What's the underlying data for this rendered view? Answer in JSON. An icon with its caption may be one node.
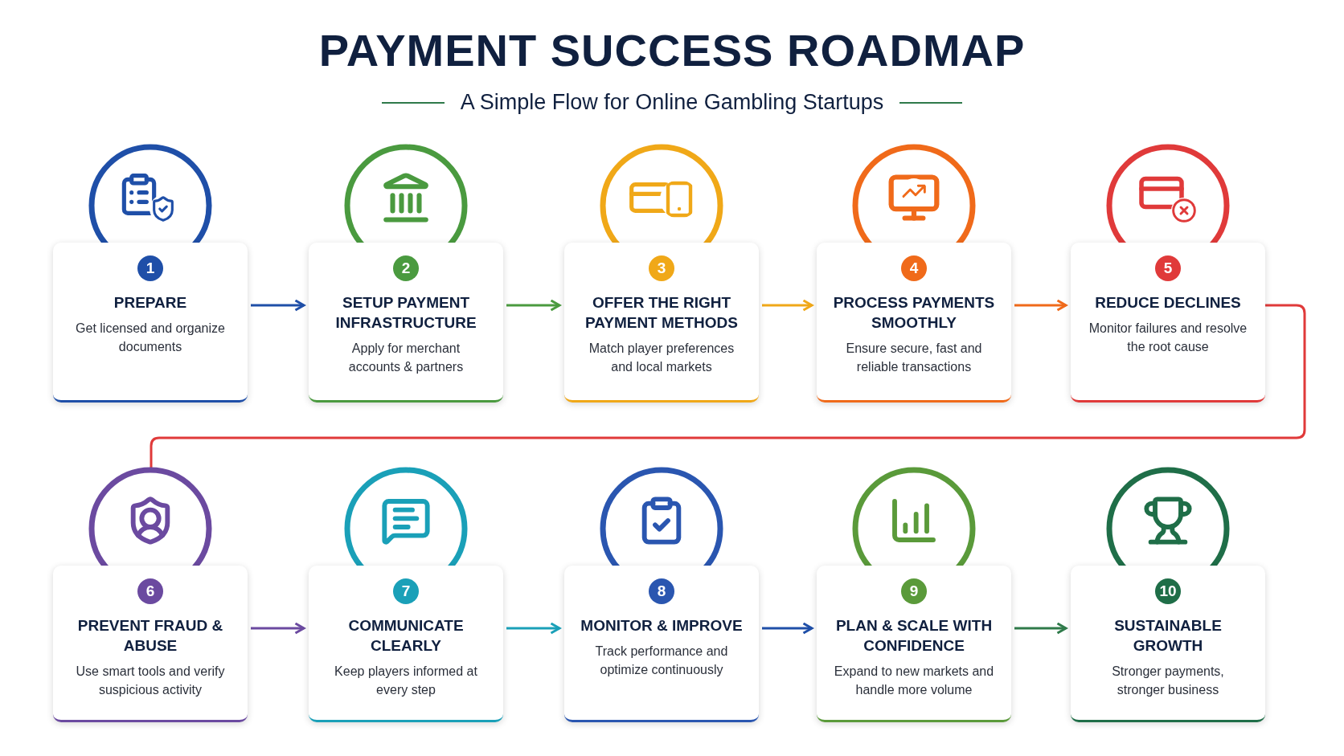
{
  "diagram": {
    "title": "PAYMENT SUCCESS ROADMAP",
    "nodes": [
      {
        "text": [
          "1",
          "PREPARE",
          "Get licensed and organize documents"
        ]
      },
      {
        "text": [
          "2",
          "SETUP PAYMENT INFRASTRUCTURE",
          "Apply for merchant accounts & partners"
        ]
      },
      {
        "text": [
          "3",
          "OFFER THE RIGHT PAYMENT METHODS",
          "Match player preferences and local markets"
        ]
      },
      {
        "text": [
          "4",
          "PROCESS PAYMENTS SMOOTHLY",
          "Ensure secure, fast and reliable transactions"
        ]
      },
      {
        "text": [
          "5",
          "REDUCE DECLINES",
          "Monitor failures and resolve the root cause"
        ]
      },
      {
        "text": [
          "6",
          "PREVENT FRAUD & ABUSE",
          "Use smart tools and verify suspicious activity"
        ]
      },
      {
        "text": [
          "7",
          "COMMUNICATE CLEARLY",
          "Keep players informed at every step"
        ]
      },
      {
        "text": [
          "8",
          "MONITOR & IMPROVE",
          "Track performance and optimize continuously"
        ]
      },
      {
        "text": [
          "9",
          "PLAN & SCALE WITH CONFIDENCE",
          "Expand to new markets and handle more volume"
        ]
      },
      {
        "text": [
          "10",
          "SUSTAINABLE GROWTH",
          "Stronger payments, stronger business"
        ]
      }
    ],
    "edges": [
      {
        "from": 0,
        "to": 1,
        "arrow": "to",
        "color": "#1f4fa8"
      },
      {
        "from": 1,
        "to": 2,
        "arrow": "to",
        "color": "#4a9a3f"
      },
      {
        "from": 2,
        "to": 3,
        "arrow": "to",
        "color": "#f0a818"
      },
      {
        "from": 3,
        "to": 4,
        "arrow": "to",
        "color": "#f06a1a"
      },
      {
        "from": 4,
        "to": 5,
        "arrow": "none",
        "color": "#e03a3a"
      },
      {
        "from": 5,
        "to": 6,
        "arrow": "to",
        "color": "#6b4aa0"
      },
      {
        "from": 6,
        "to": 7,
        "arrow": "to",
        "color": "#1aa0b8"
      },
      {
        "from": 7,
        "to": 8,
        "arrow": "to",
        "color": "#1f4fa8"
      },
      {
        "from": 8,
        "to": 9,
        "arrow": "to",
        "color": "#2f7a4a"
      }
    ],
    "labels": [
      "A Simple Flow for Online Gambling Startups"
    ]
  }
}
